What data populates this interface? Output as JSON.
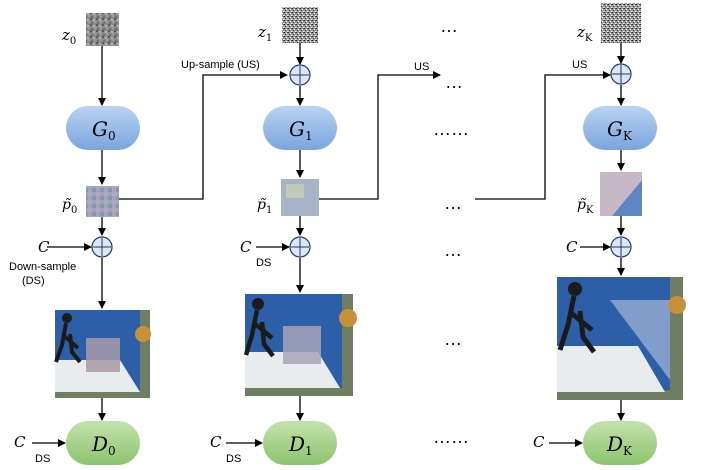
{
  "columns": [
    {
      "noise_label": "z",
      "noise_sub": "0",
      "gen_label": "G",
      "gen_sub": "0",
      "patch_label": "p̃",
      "patch_sub": "0",
      "disc_label": "D",
      "disc_sub": "0",
      "cond_label": "C",
      "ds_label": "Down-sample",
      "ds_abbr": "(DS)",
      "disc_ds": "DS"
    },
    {
      "noise_label": "z",
      "noise_sub": "1",
      "gen_label": "G",
      "gen_sub": "1",
      "patch_label": "p̃",
      "patch_sub": "1",
      "disc_label": "D",
      "disc_sub": "1",
      "cond_label": "C",
      "cond_ds": "DS",
      "disc_ds": "DS",
      "us_label": "Up-sample (US)"
    },
    {
      "noise_label": "z",
      "noise_sub": "K",
      "gen_label": "G",
      "gen_sub": "K",
      "patch_label": "p̃",
      "patch_sub": "K",
      "disc_label": "D",
      "disc_sub": "K",
      "cond_label": "C",
      "us_label": "US"
    }
  ],
  "mid_us_label": "US",
  "ellipsis_short": "…",
  "ellipsis_long": "……",
  "colors": {
    "generator": "#8fb4e3",
    "discriminator": "#a6d18c",
    "noise": "#7a7a7a",
    "sign_blue": "#2d5fa8",
    "stroke": "#000000"
  }
}
